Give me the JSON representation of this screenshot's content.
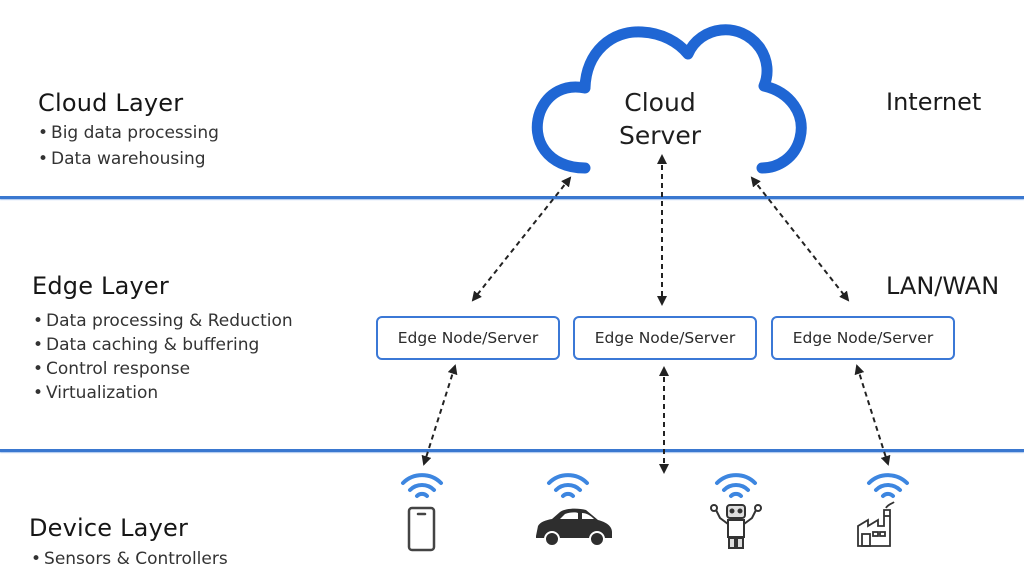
{
  "layers": {
    "cloud": {
      "title": "Cloud Layer",
      "bullets": [
        "Big data processing",
        "Data warehousing"
      ],
      "network_label": "Internet"
    },
    "edge": {
      "title": "Edge Layer",
      "bullets": [
        "Data processing & Reduction",
        "Data caching & buffering",
        "Control response",
        "Virtualization"
      ],
      "network_label": "LAN/WAN"
    },
    "device": {
      "title": "Device Layer",
      "bullets": [
        "Sensors & Controllers"
      ]
    }
  },
  "cloud_server": {
    "line1": "Cloud",
    "line2": "Server"
  },
  "edge_nodes": [
    {
      "label": "Edge Node/Server"
    },
    {
      "label": "Edge Node/Server"
    },
    {
      "label": "Edge Node/Server"
    }
  ],
  "devices": [
    {
      "icon": "smartphone-icon",
      "wireless": true
    },
    {
      "icon": "car-icon",
      "wireless": true
    },
    {
      "icon": "robot-icon",
      "wireless": true
    },
    {
      "icon": "factory-icon",
      "wireless": true
    }
  ],
  "colors": {
    "accent_blue": "#1f66d4",
    "divider_blue": "#3a78d0",
    "wifi_blue": "#3d86e0",
    "icon_dark": "#333333"
  }
}
